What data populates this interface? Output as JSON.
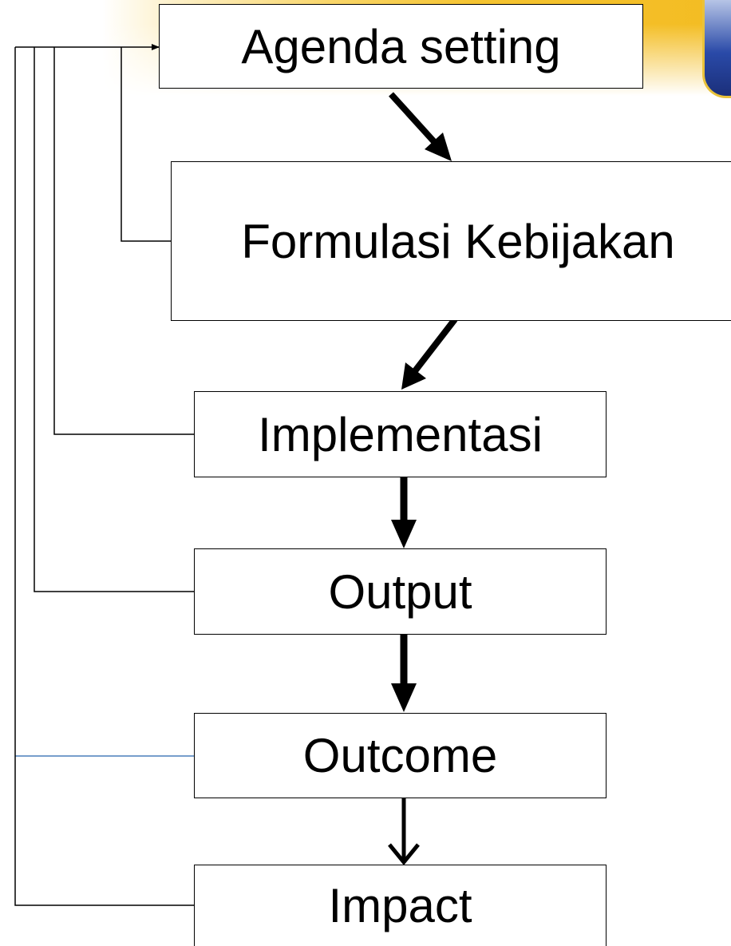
{
  "diagram": {
    "type": "flowchart",
    "nodes": [
      {
        "id": "agenda",
        "label": "Agenda setting"
      },
      {
        "id": "formulasi",
        "label": "Formulasi Kebijakan"
      },
      {
        "id": "implementasi",
        "label": "Implementasi"
      },
      {
        "id": "output",
        "label": "Output"
      },
      {
        "id": "outcome",
        "label": "Outcome"
      },
      {
        "id": "impact",
        "label": "Impact"
      }
    ],
    "edges": [
      {
        "from": "agenda",
        "to": "formulasi",
        "kind": "forward"
      },
      {
        "from": "formulasi",
        "to": "implementasi",
        "kind": "forward"
      },
      {
        "from": "implementasi",
        "to": "output",
        "kind": "forward"
      },
      {
        "from": "output",
        "to": "outcome",
        "kind": "forward"
      },
      {
        "from": "outcome",
        "to": "impact",
        "kind": "forward"
      },
      {
        "from": "formulasi",
        "to": "agenda",
        "kind": "feedback"
      },
      {
        "from": "implementasi",
        "to": "agenda",
        "kind": "feedback"
      },
      {
        "from": "output",
        "to": "agenda",
        "kind": "feedback"
      },
      {
        "from": "outcome",
        "to": "agenda",
        "kind": "feedback"
      },
      {
        "from": "impact",
        "to": "agenda",
        "kind": "feedback"
      }
    ],
    "colors": {
      "box_border": "#000000",
      "text": "#000000",
      "forward_arrow": "#000000",
      "feedback_line": "#000000",
      "outcome_feedback_line": "#4a7ebb",
      "banner_accent": "#f3bc22"
    }
  }
}
